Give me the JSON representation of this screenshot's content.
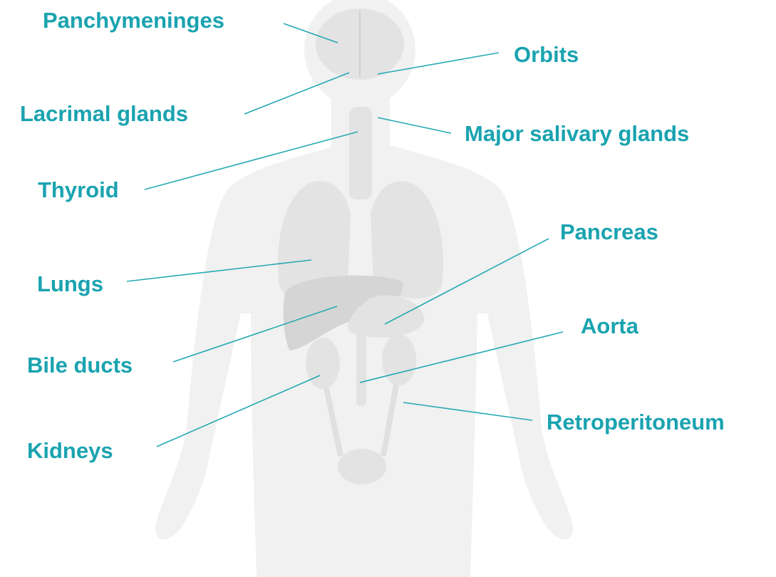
{
  "colors": {
    "label": "#1aa3b0",
    "leader": "#26a9b3",
    "body": "#f1f1f1",
    "organ": "#e3e3e3",
    "organ_dark": "#d5d5d5"
  },
  "labels": {
    "panchymeninges": "Panchymeninges",
    "orbits": "Orbits",
    "lacrimal": "Lacrimal glands",
    "salivary": "Major salivary glands",
    "thyroid": "Thyroid",
    "pancreas": "Pancreas",
    "lungs": "Lungs",
    "aorta": "Aorta",
    "bile": "Bile ducts",
    "retro": "Retroperitoneum",
    "kidneys": "Kidneys"
  }
}
